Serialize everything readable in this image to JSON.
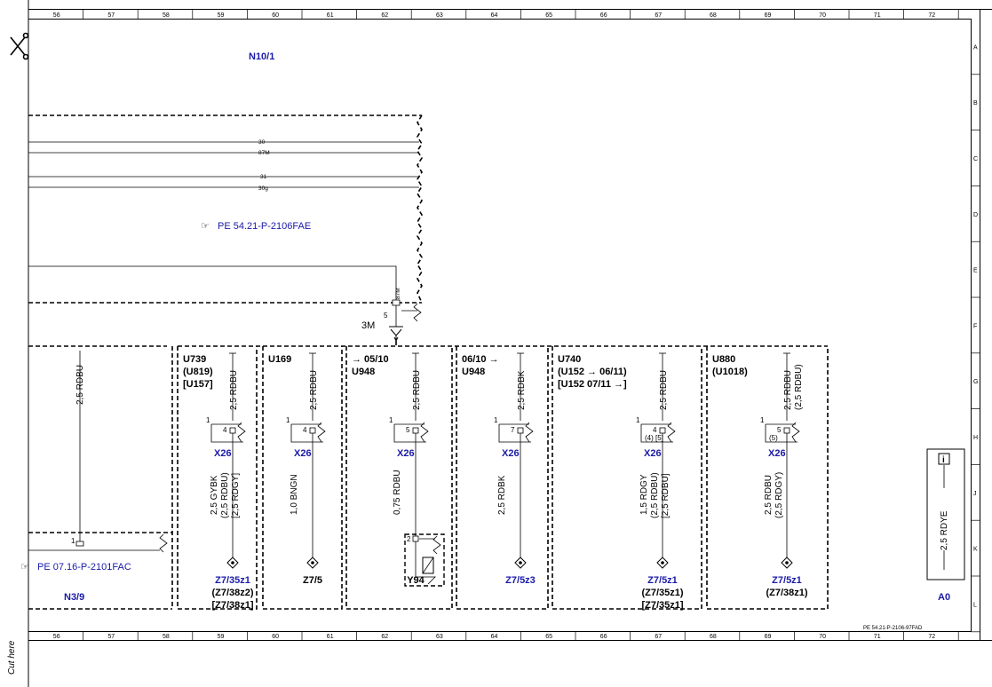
{
  "ruler": {
    "columns": [
      "56",
      "57",
      "58",
      "59",
      "60",
      "61",
      "62",
      "63",
      "64",
      "65",
      "66",
      "67",
      "68",
      "69",
      "70",
      "71",
      "72"
    ],
    "rows": [
      "A",
      "B",
      "C",
      "D",
      "E",
      "F",
      "G",
      "H",
      "J",
      "K",
      "L"
    ]
  },
  "cut_here": "Cut here",
  "top_module": "N10/1",
  "bus_lines": [
    "30",
    "87M",
    "31",
    "30g"
  ],
  "tap_label": "87M",
  "ref_top": "PE 54.21-P-2106FAE",
  "ground": {
    "name": "3M",
    "pin": "5"
  },
  "left_module": {
    "wire": "2,5 RDBU",
    "pin": "1",
    "ref": "PE 07.16-P-2101FAC",
    "name": "N3/9"
  },
  "blocks": [
    {
      "codes": [
        "U739",
        "(U819)",
        "[U157]"
      ],
      "wire_top": "2,5 RDBU",
      "pin_outer": "1",
      "pin_inner": "4",
      "connector": "X26",
      "wire_bottom": [
        "2,5 GYBK",
        "(2,5 RDBU)",
        "[2,5 RDGY]"
      ],
      "end": [
        "Z7/35z1",
        "(Z7/38z2)",
        "[Z7/38z1]"
      ]
    },
    {
      "codes": [
        "U169"
      ],
      "wire_top": "2,5 RDBU",
      "pin_outer": "1",
      "pin_inner": "4",
      "connector": "X26",
      "wire_bottom": [
        "1,0 BNGN"
      ],
      "end": [
        "Z7/5"
      ]
    },
    {
      "codes": [
        "→ 05/10",
        "U948"
      ],
      "wire_top": "2,5 RDBU",
      "pin_outer": "1",
      "pin_inner": "5",
      "connector": "X26",
      "wire_bottom": [
        "0,75 RDBU"
      ],
      "end": [
        "Y94"
      ],
      "valve_pin": "2"
    },
    {
      "codes": [
        "06/10 →",
        "U948"
      ],
      "wire_top": "2,5 RDBK",
      "pin_outer": "1",
      "pin_inner": "7",
      "connector": "X26",
      "wire_bottom": [
        "2,5 RDBK"
      ],
      "end": [
        "Z7/5z3"
      ]
    },
    {
      "codes": [
        "U740",
        "(U152 → 06/11)",
        "[U152  07/11 →]"
      ],
      "wire_top": "2,5 RDBU",
      "pin_outer": "1",
      "pin_inner": "4",
      "pin_alt": "(4) [5]",
      "connector": "X26",
      "wire_bottom": [
        "1,5 RDGY",
        "(2,5 RDBU)",
        "[2,5 RDBU]"
      ],
      "end": [
        "Z7/5z1",
        "(Z7/35z1)",
        "[Z7/35z1]"
      ]
    },
    {
      "codes": [
        "U880",
        "(U1018)"
      ],
      "wire_top": "2,5 RDBU",
      "wire_top2": "(2,5 RDBU)",
      "pin_outer": "1",
      "pin_inner": "5",
      "pin_alt": "(5)",
      "connector": "X26",
      "wire_bottom": [
        "2,5 RDBU",
        "(2,5 RDGY)"
      ],
      "end": [
        "Z7/5z1",
        "(Z7/38z1)"
      ]
    }
  ],
  "info": {
    "icon": "i",
    "wire": "2,5 RDYE",
    "name": "A0"
  },
  "doc_id": "PE 54.21-P-2106-97FAD",
  "colors": {
    "ink": "#000000",
    "blue": "#1a1aa8"
  }
}
